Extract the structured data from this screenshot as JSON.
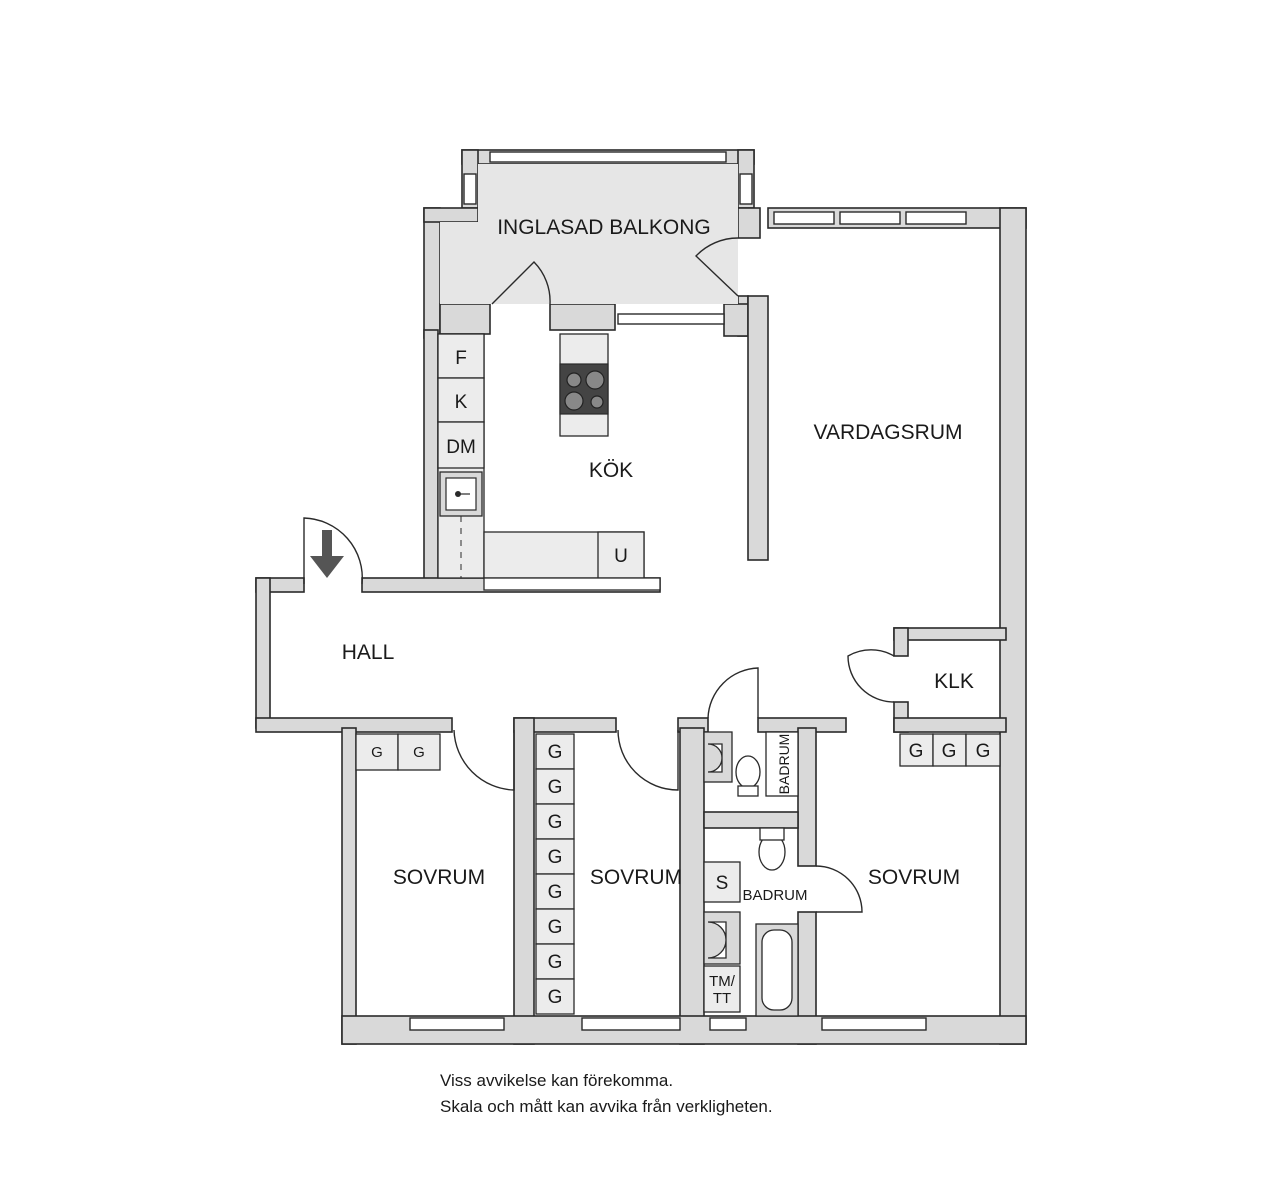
{
  "rooms": {
    "balcony": "INGLASAD BALKONG",
    "kitchen": "KÖK",
    "living": "VARDAGSRUM",
    "hall": "HALL",
    "closet": "KLK",
    "bedroom_west": "SOVRUM",
    "bedroom_middle": "SOVRUM",
    "bedroom_east": "SOVRUM",
    "bathroom_small": "BADRUM",
    "bathroom_large": "BADRUM"
  },
  "fixtures": {
    "fridge": "F",
    "freezer": "K",
    "dishwasher": "DM",
    "oven": "U",
    "shower": "S",
    "washer_dryer_top": "TM/",
    "washer_dryer_bottom": "TT",
    "wardrobe": "G"
  },
  "notes": {
    "line1": "Viss avvikelse kan förekomma.",
    "line2": "Skala och mått kan avvika från verkligheten."
  },
  "colors": {
    "wall": "#d9d9d9",
    "outline": "#2a2a2a",
    "balcony_floor": "#e6e6e6",
    "cabinet": "#ececec",
    "entry_arrow": "#555555"
  }
}
